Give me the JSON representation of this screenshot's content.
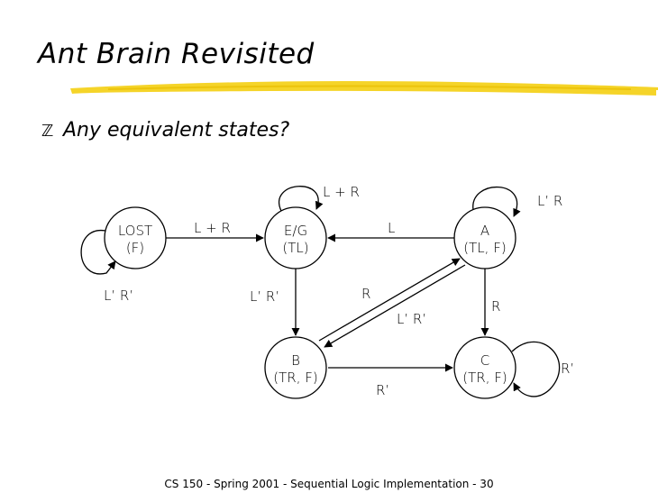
{
  "slide": {
    "title": "Ant Brain Revisited",
    "bullet_icon": "z-bullet-icon",
    "bullet_text": "Any equivalent states?",
    "footer": "CS 150 - Spring  2001 - Sequential Logic Implementation - 30"
  },
  "diagram": {
    "states": {
      "lost": {
        "name": "LOST",
        "output": "(F)"
      },
      "eg": {
        "name": "E/G",
        "output": "(TL)"
      },
      "a": {
        "name": "A",
        "output": "(TL, F)"
      },
      "b": {
        "name": "B",
        "output": "(TR, F)"
      },
      "c": {
        "name": "C",
        "output": "(TR, F)"
      }
    },
    "transitions": {
      "lost_self": "L’ R’",
      "lost_to_eg": "L + R",
      "eg_self": "L + R",
      "a_self": "L’ R",
      "a_to_eg": "L",
      "eg_to_b": "L’ R’",
      "b_to_a": "R",
      "a_to_b": "L’ R’",
      "a_to_c": "R",
      "b_to_c": "R’",
      "c_self": "R’"
    }
  }
}
